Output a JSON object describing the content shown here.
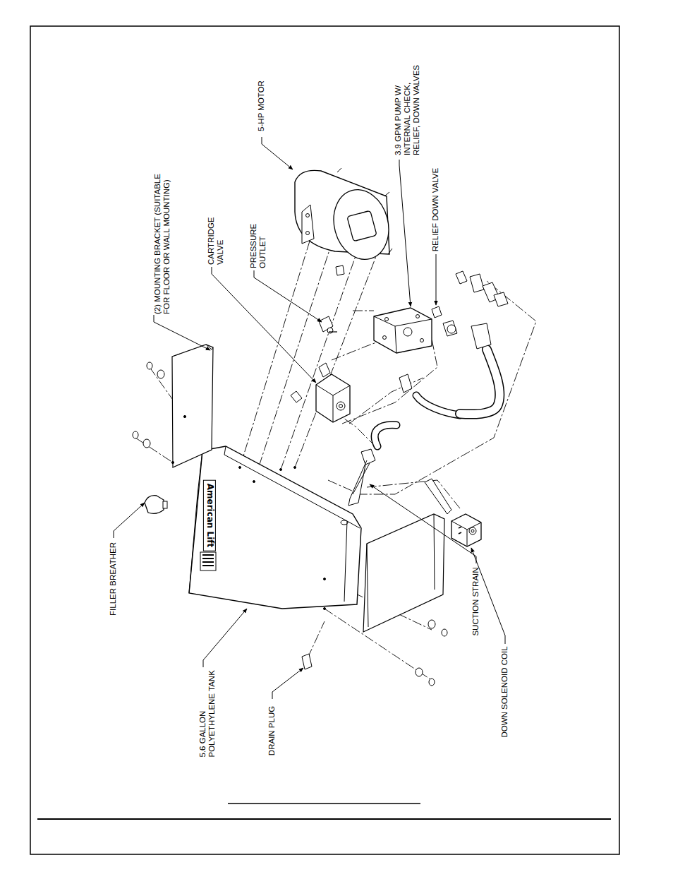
{
  "diagram": {
    "labels": [
      "5-HP MOTOR",
      "3.9 GPM PUMP W/ INTERNAL CHECK, RELIEF, DOWN VALVES",
      "RELIEF DOWN VALVE",
      "(2) MOUNTING BRACKET (SUITABLE FOR FLOOR OR WALL MOUNTING)",
      "CARTRIDGE VALVE",
      "PRESSURE OUTLET",
      "FILLER BREATHER",
      "5.6 GALLON POLYETHYLENE TANK",
      "DRAIN PLUG",
      "SUCTION STRAIN",
      "DOWN SOLENOID COIL",
      "American Lift"
    ]
  }
}
